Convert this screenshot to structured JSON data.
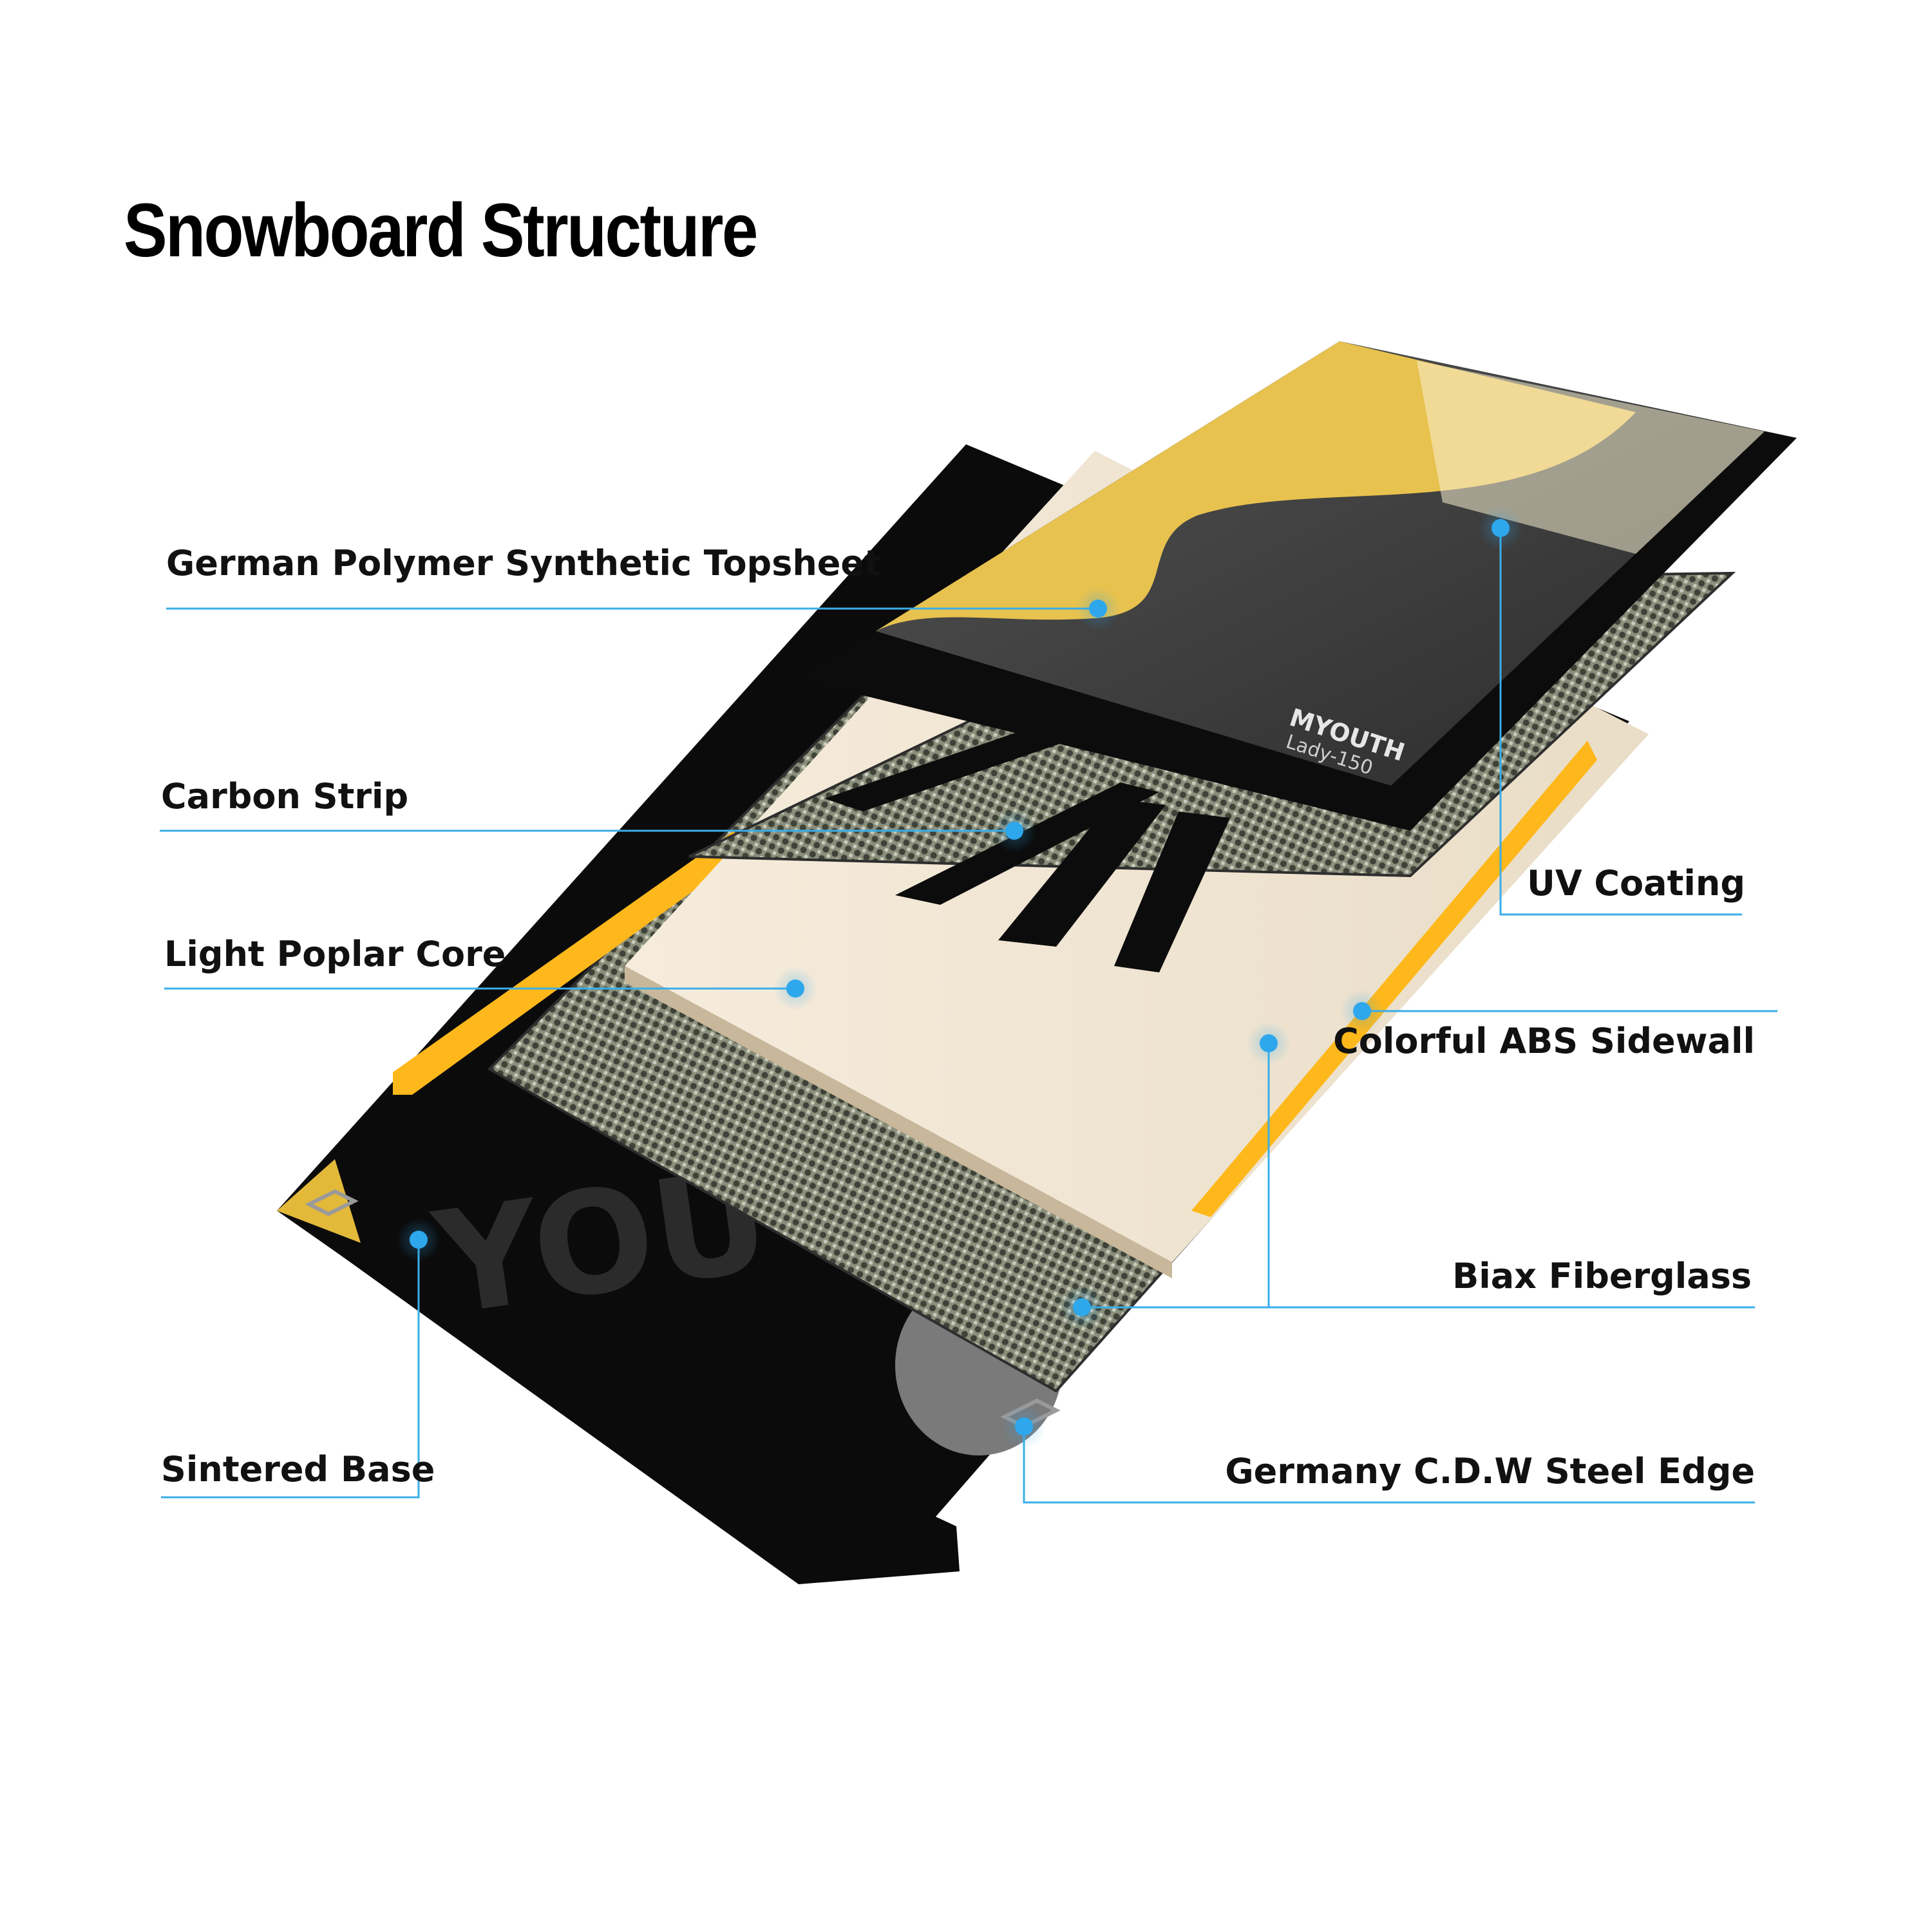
{
  "title": "Snowboard Structure",
  "layers": {
    "topsheet": "German Polymer Synthetic Topsheet",
    "carbon": "Carbon Strip",
    "core": "Light Poplar Core",
    "base": "Sintered Base",
    "uv": "UV Coating",
    "sidewall": "Colorful ABS Sidewall",
    "fiberglass": "Biax Fiberglass",
    "edge": "Germany C.D.W Steel Edge"
  },
  "board_print": {
    "brand": "MYOUTH",
    "model": "Lady-150",
    "base_text": "YOU"
  },
  "colors": {
    "accent_line": "#3aaee8",
    "dot": "#2ea7ec",
    "yellow": "#e8c24e",
    "sidewall_orange": "#ffb81c",
    "topsheet_dark": "#3a3a3a",
    "core_wood": "#efe4d0"
  }
}
